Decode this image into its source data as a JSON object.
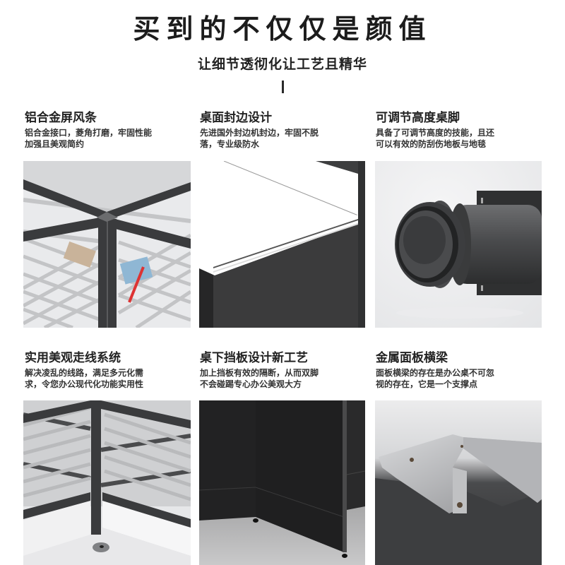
{
  "header": {
    "title": "买到的不仅仅是颜值",
    "subtitle": "让细节透彻化让工艺且精华"
  },
  "features": [
    {
      "title": "铝合金屏风条",
      "desc_line1": "铝合金接口，菱角打磨，牢固性能",
      "desc_line2": "加强且美观简约",
      "image": "aluminum-partition-frame-corner"
    },
    {
      "title": "桌面封边设计",
      "desc_line1": "先进国外封边机封边，牢固不脱",
      "desc_line2": "落，专业级防水",
      "image": "desk-edge-banding"
    },
    {
      "title": "可调节高度桌脚",
      "desc_line1": "具备了可调节高度的技能，且还",
      "desc_line2": "可以有效的防刮伤地板与地毯",
      "image": "adjustable-desk-foot"
    },
    {
      "title": "实用美观走线系统",
      "desc_line1": "解决凌乱的线路，满足多元化需",
      "desc_line2": "求，令您办公现代化功能实用性",
      "image": "cable-management-grommet"
    },
    {
      "title": "桌下挡板设计新工艺",
      "desc_line1": "加上挡板有效的隔断，从而双脚",
      "desc_line2": "不会碰踢专心办公美观大方",
      "image": "under-desk-modesty-panel"
    },
    {
      "title": "金属面板横梁",
      "desc_line1": "面板横梁的存在是办公桌不可忽",
      "desc_line2": "视的存在，它是一个支撑点",
      "image": "metal-panel-crossbeam"
    }
  ],
  "colors": {
    "frame_dark": "#3a3b3d",
    "panel_dark": "#2b2b2c",
    "metal_light": "#c9cacc",
    "background": "#ffffff"
  }
}
